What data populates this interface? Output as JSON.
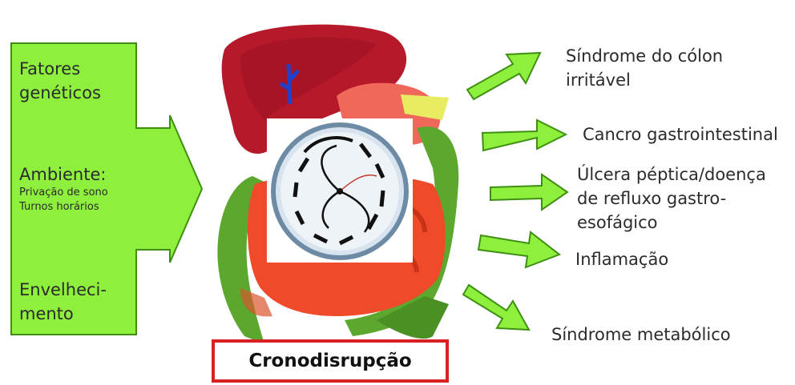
{
  "causes": {
    "genetic": [
      "Fatores",
      "genéticos"
    ],
    "environment": {
      "title": "Ambiente:",
      "details": [
        "Privação de sono",
        "Turnos horários"
      ]
    },
    "aging": [
      "Envelheci-",
      "mento"
    ]
  },
  "center_label": "Cronodisrupção",
  "outcomes": [
    [
      "Síndrome do cólon",
      "irritável"
    ],
    [
      "Cancro gastrointestinal"
    ],
    [
      "Úlcera péptica/doença",
      "de refluxo gastro-",
      "esofágico"
    ],
    [
      "Inflamação"
    ],
    [
      "Síndrome metabólico"
    ]
  ],
  "colors": {
    "arrow_fill": "#8ef03c",
    "arrow_stroke": "#3e8f12",
    "caption_border": "#d92121",
    "liver": "#b5192a",
    "colon": "#5ca82e",
    "small_intestine": "#ef4a2a"
  },
  "icons": [
    "clock-icon",
    "digestive-system-illustration"
  ]
}
